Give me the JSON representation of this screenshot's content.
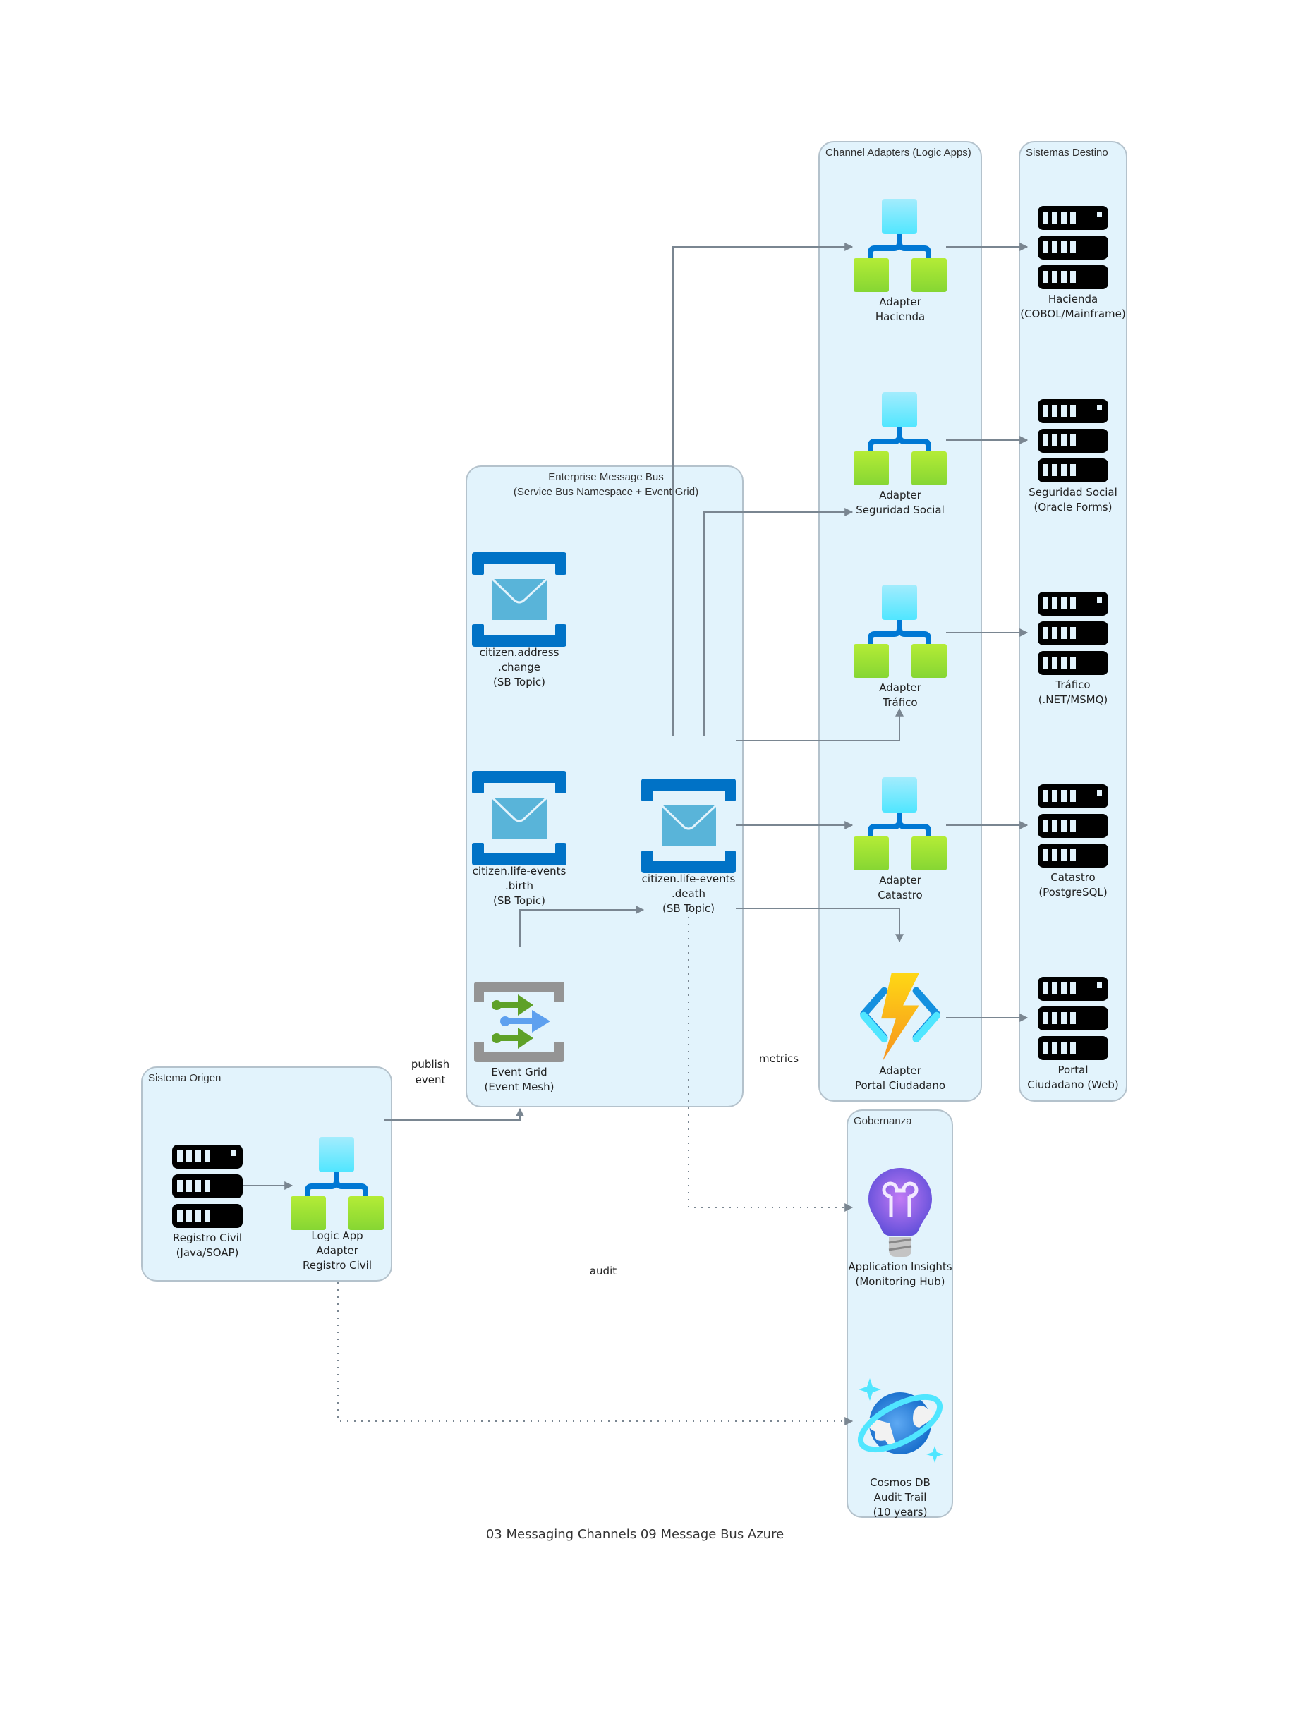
{
  "title": "03 Messaging Channels 09 Message Bus Azure",
  "groups": {
    "channel_adapters": "Channel Adapters (Logic Apps)",
    "sistemas_destino": "Sistemas Destino",
    "message_bus": "Enterprise Message Bus\n(Service Bus Namespace + Event Grid)",
    "sistema_origen": "Sistema Origen",
    "gobernanza": "Gobernanza"
  },
  "nodes": {
    "adapter_hacienda": "Adapter\nHacienda",
    "adapter_seguridad": "Adapter\nSeguridad Social",
    "adapter_trafico": "Adapter\nTráfico",
    "adapter_catastro": "Adapter\nCatastro",
    "adapter_portal": "Adapter\nPortal Ciudadano",
    "hacienda": "Hacienda\n(COBOL/Mainframe)",
    "seguridad": "Seguridad Social\n(Oracle Forms)",
    "trafico": "Tráfico\n(.NET/MSMQ)",
    "catastro": "Catastro\n(PostgreSQL)",
    "portal": "Portal\nCiudadano (Web)",
    "topic_address": "citizen.address\n.change\n(SB Topic)",
    "topic_birth": "citizen.life-events\n.birth\n(SB Topic)",
    "topic_death": "citizen.life-events\n.death\n(SB Topic)",
    "event_grid": "Event Grid\n(Event Mesh)",
    "registro_civil": "Registro Civil\n(Java/SOAP)",
    "logic_app_registro": "Logic App\nAdapter\nRegistro Civil",
    "app_insights": "Application Insights\n(Monitoring Hub)",
    "cosmos": "Cosmos DB\nAudit Trail\n(10 years)"
  },
  "edge_labels": {
    "publish": "publish\nevent",
    "metrics": "metrics",
    "audit": "audit"
  },
  "icons": {
    "logic_app": "logic-app-icon",
    "server": "server-icon",
    "service_bus_topic": "service-bus-topic-icon",
    "event_grid": "event-grid-icon",
    "function": "azure-function-icon",
    "app_insights": "application-insights-icon",
    "cosmos": "cosmos-db-icon"
  },
  "colors": {
    "group_fill": "#e2f3fc",
    "group_border": "#b4c2cc",
    "edge": "#7a8691",
    "logic_top": "#50e6ff",
    "logic_bottom": "#86d633",
    "topic_frame": "#0072c6",
    "topic_envelope": "#59b4d9"
  }
}
